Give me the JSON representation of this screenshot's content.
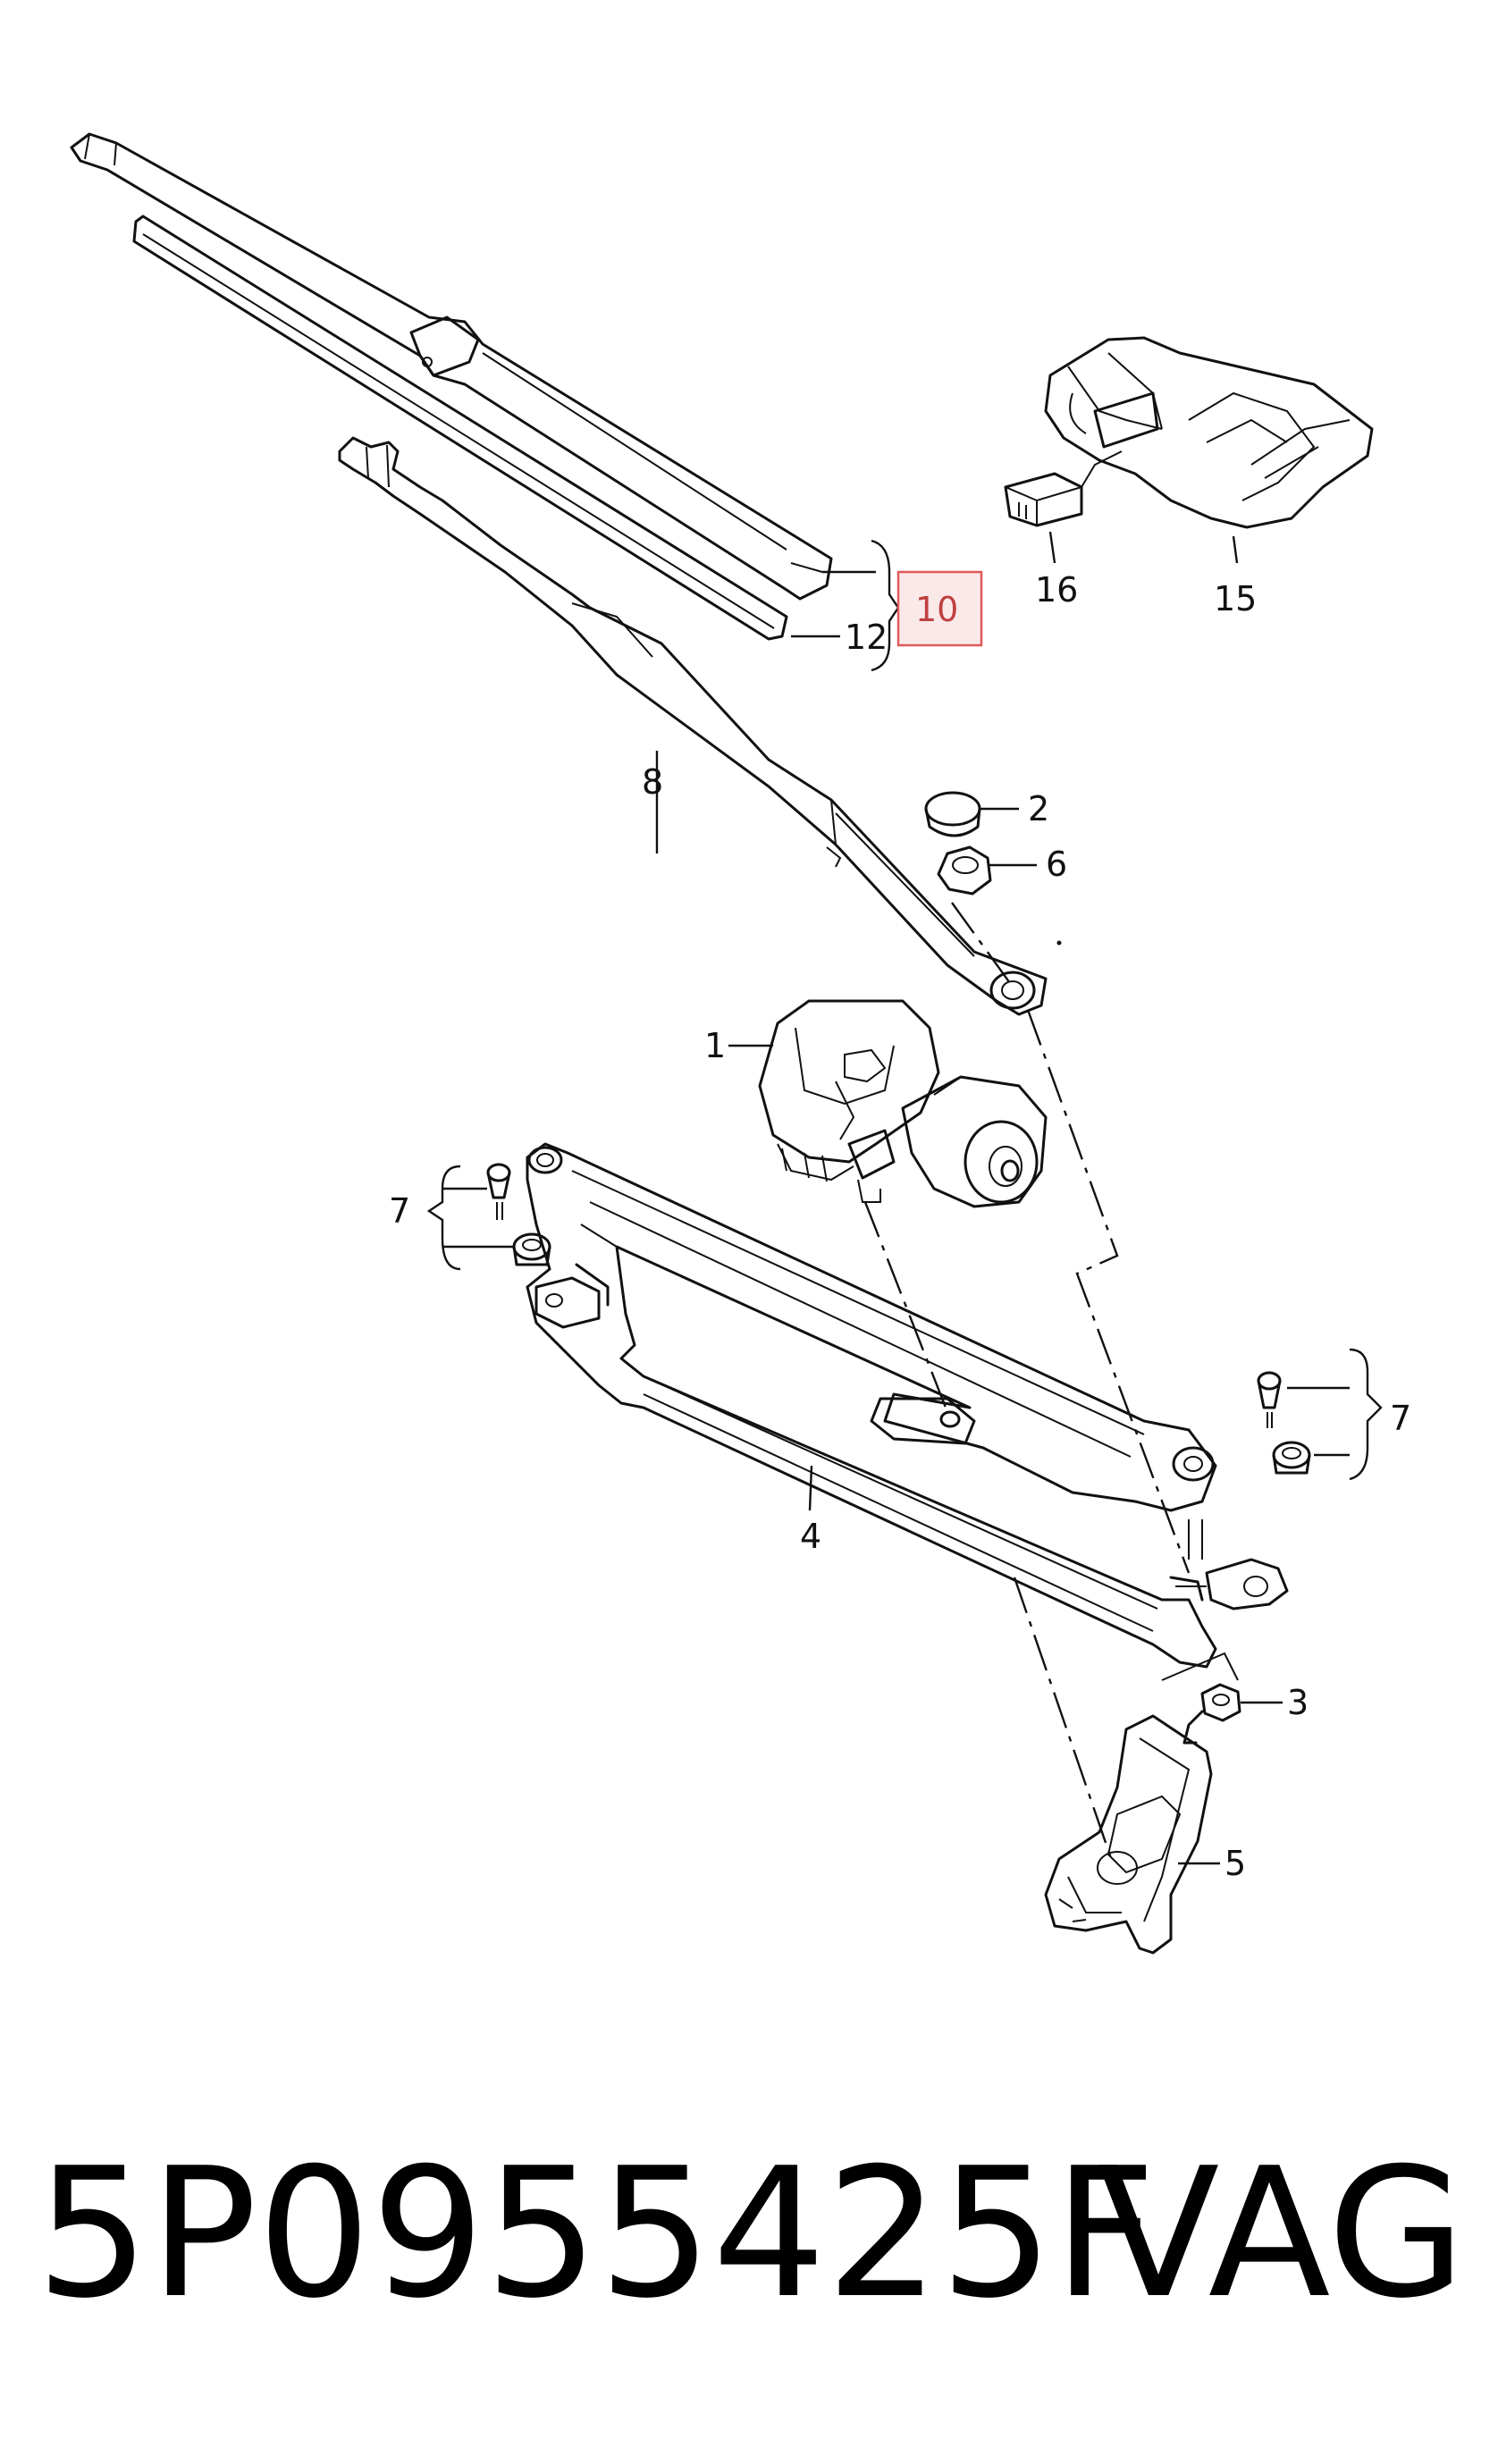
{
  "diagram": {
    "callouts": [
      "1",
      "2",
      "3",
      "4",
      "5",
      "6",
      "7",
      "7",
      "8",
      "10",
      "12",
      "15",
      "16"
    ],
    "highlighted_callout": "10"
  },
  "footer": {
    "part_number": "5P0955425F",
    "brand": "VAG"
  }
}
